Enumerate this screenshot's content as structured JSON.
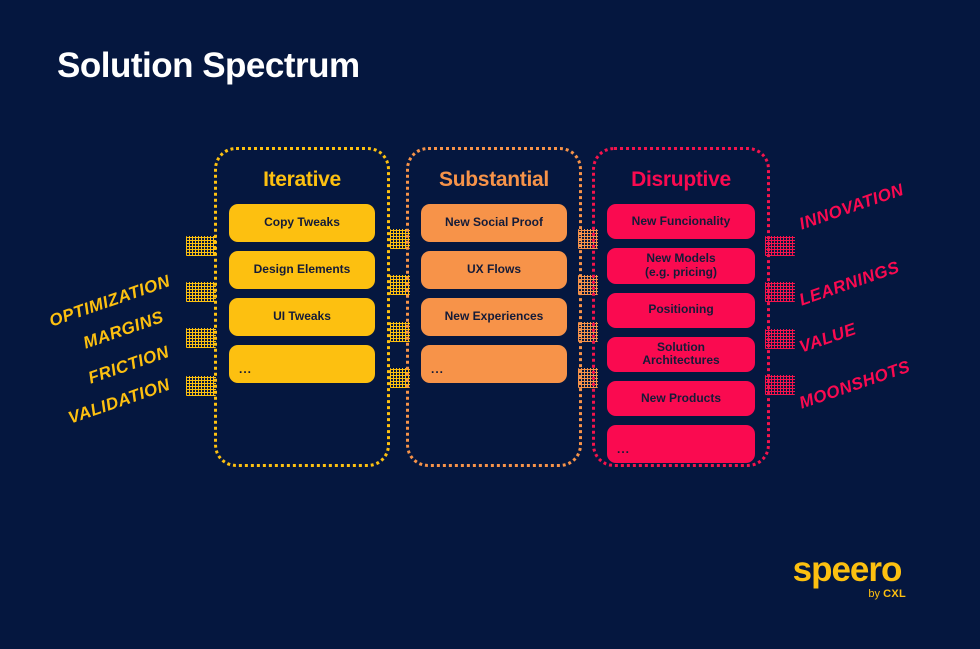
{
  "slide": {
    "title": "Solution Spectrum",
    "background_color": "#05173f"
  },
  "colors": {
    "background": "#05173f",
    "iterative": "#fdc010",
    "substantial": "#f79349",
    "disruptive": "#fa0a50",
    "disruptive_border": "#f4134c",
    "title_text": "#ffffff",
    "card_text": "#141b38"
  },
  "columns": [
    {
      "header": "Iterative",
      "accent": "#fdc010",
      "cards": [
        {
          "label": "Copy Tweaks"
        },
        {
          "label": "Design Elements"
        },
        {
          "label": "UI Tweaks"
        },
        {
          "label": "..."
        }
      ]
    },
    {
      "header": "Substantial",
      "accent": "#f79349",
      "cards": [
        {
          "label": "New Social Proof"
        },
        {
          "label": "UX Flows"
        },
        {
          "label": "New Experiences"
        },
        {
          "label": "..."
        }
      ]
    },
    {
      "header": "Disruptive",
      "accent": "#fa0a50",
      "cards": [
        {
          "label": "New Funcionality"
        },
        {
          "label": "New Models\n(e.g. pricing)"
        },
        {
          "label": "Positioning"
        },
        {
          "label": "Solution\nArchitectures"
        },
        {
          "label": "New Products"
        },
        {
          "label": "..."
        }
      ]
    }
  ],
  "left_labels": [
    {
      "text": "OPTIMIZATION"
    },
    {
      "text": "MARGINS"
    },
    {
      "text": "FRICTION"
    },
    {
      "text": "VALIDATION"
    }
  ],
  "right_labels": [
    {
      "text": "INNOVATION"
    },
    {
      "text": "LEARNINGS"
    },
    {
      "text": "VALUE"
    },
    {
      "text": "MOONSHOTS"
    }
  ],
  "logo": {
    "word": "speero",
    "by": "by ",
    "brand": "CXL"
  }
}
